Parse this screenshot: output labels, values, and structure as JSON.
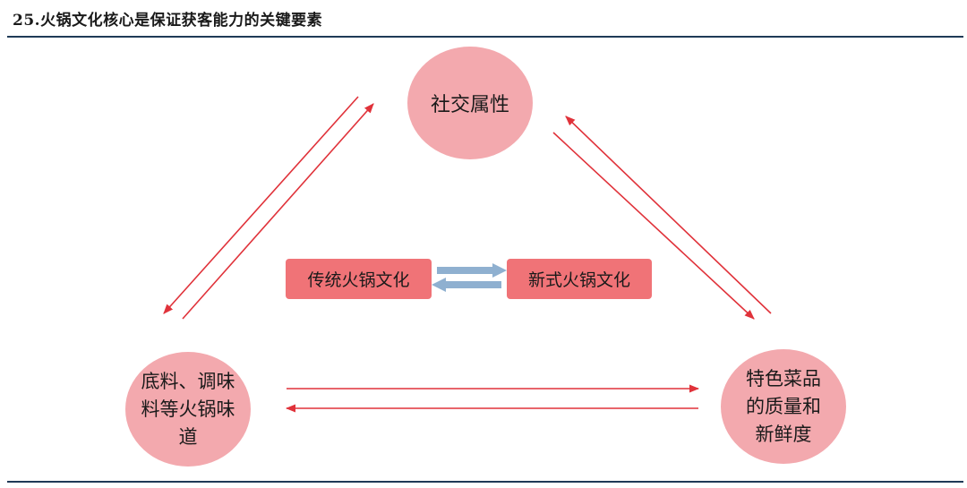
{
  "title": "25.火锅文化核心是保证获客能力的关键要素",
  "nodes": {
    "top": "社交属性",
    "bottom_left": "底料、调味料等火锅味道",
    "bottom_right": "特色菜品的质量和新鲜度"
  },
  "center": {
    "left": "传统火锅文化",
    "right": "新式火锅文化"
  },
  "colors": {
    "node_fill": "#f3a9ae",
    "box_fill": "#f07377",
    "arrow_red": "#e0323a",
    "arrow_blue": "#8fb0d0",
    "rule": "#1f3a57"
  }
}
